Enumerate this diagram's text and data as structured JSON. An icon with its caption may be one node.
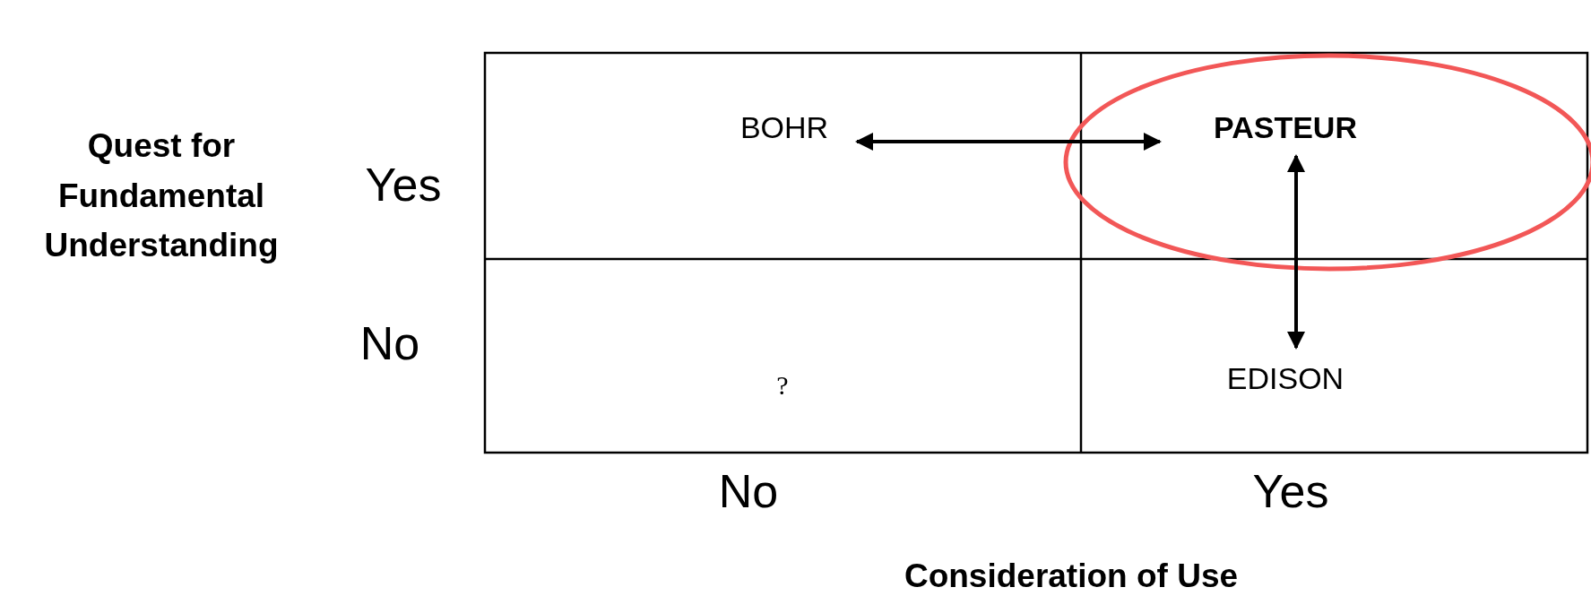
{
  "diagram": {
    "nodes": [
      {
        "text": [
          "BOHR"
        ]
      },
      {
        "text": [
          "PASTEUR"
        ]
      },
      {
        "text": [
          "?"
        ]
      },
      {
        "text": [
          "EDISON"
        ]
      }
    ],
    "edges": [
      {
        "from": 0,
        "to": 1,
        "arrow": "both"
      },
      {
        "from": 1,
        "to": 3,
        "arrow": "both"
      }
    ],
    "labels": [
      "Quest for Fundamental Understanding",
      "Yes",
      "No",
      "No",
      "Yes",
      "Consideration of Use"
    ]
  }
}
